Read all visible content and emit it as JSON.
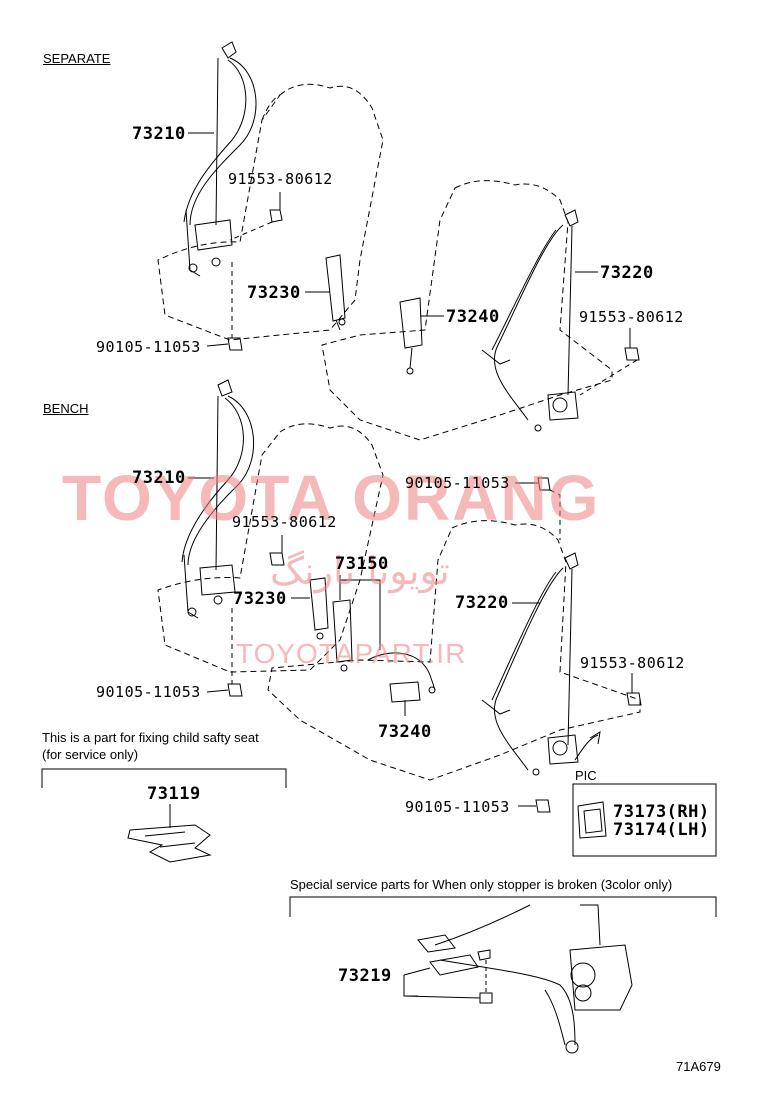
{
  "sections": {
    "separate": "SEPARATE",
    "bench": "BENCH"
  },
  "parts": {
    "sep_73210": "73210",
    "sep_91553_left": "91553-80612",
    "sep_73230": "73230",
    "sep_90105": "90105-11053",
    "sep_73240": "73240",
    "sep_73220": "73220",
    "sep_91553_right": "91553-80612",
    "bench_73210": "73210",
    "bench_90105_top": "90105-11053",
    "bench_91553_left": "91553-80612",
    "bench_73150": "73150",
    "bench_73230": "73230",
    "bench_73220": "73220",
    "bench_90105_left": "90105-11053",
    "bench_73240": "73240",
    "bench_91553_right": "91553-80612",
    "bench_90105_bottom": "90105-11053",
    "child_73119": "73119",
    "pic_73173": "73173(RH)",
    "pic_73174": "73174(LH)",
    "stopper_73219": "73219"
  },
  "notes": {
    "child_seat_line1": "This is a part for fixing child safty seat",
    "child_seat_line2": "(for service only)",
    "pic_label": "PIC",
    "special_service": "Special service parts for When only stopper is broken (3color only)",
    "figure_code": "71A679"
  },
  "watermark": {
    "brand": "TOYOTA ORANG",
    "persian": "تویوتا نارنگ",
    "url": "TOYOTAPART.IR"
  },
  "colors": {
    "line": "#000000",
    "watermark": "#f08080"
  }
}
